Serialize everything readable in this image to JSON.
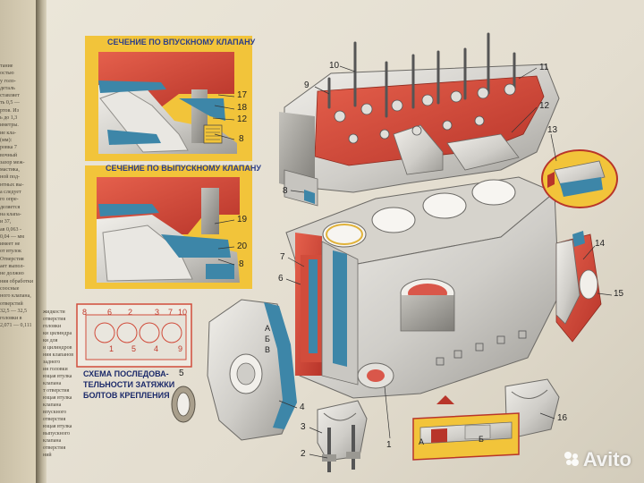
{
  "insets": {
    "intake_caption": "СЕЧЕНИЕ ПО ВПУСКНОМУ КЛАПАНУ",
    "exhaust_caption": "СЕЧЕНИЕ ПО ВЫПУСКНОМУ КЛАПАНУ"
  },
  "schema_caption": [
    "СХЕМА ПОСЛЕДОВА-",
    "ТЕЛЬНОСТИ ЗАТЯЖКИ",
    "БОЛТОВ КРЕПЛЕНИЯ"
  ],
  "bolt_order": [
    "8",
    "6",
    "2",
    "3",
    "7",
    "10",
    "1",
    "5",
    "4",
    "9"
  ],
  "callouts": {
    "c1": "1",
    "c2": "2",
    "c3": "3",
    "c4": "4",
    "c5": "5",
    "c6": "6",
    "c7": "7",
    "c8": "8",
    "c9": "9",
    "c10": "10",
    "c11": "11",
    "c12": "12",
    "c13": "13",
    "c14": "14",
    "c15": "15",
    "c16": "16",
    "c17": "17",
    "c18": "18",
    "c19": "19",
    "c20": "20"
  },
  "markers": {
    "a": "А",
    "b": "Б",
    "v": "В"
  },
  "left_text": [
    "тание",
    "остью",
    "у голо-",
    "деталь",
    "ставляет",
    "ть 0,5 —",
    "ртов. Из",
    "ь до 1,3",
    "иметры.",
    "ие кла-",
    "(мм):",
    "ровка 7",
    "вочный",
    "зазор меж-",
    "мастика,",
    "ной под-",
    "нтных вы-",
    "а следует",
    "го опре-",
    "деляется",
    "на клапа-",
    "и 37,",
    "ав 0,063 -",
    "0,04 — мм",
    "имеет не",
    "от втулок",
    "Отверстия",
    "ает выпол-",
    "",
    "не должно",
    "ния обработки",
    "соосные",
    "ного клапана,",
    "отверстий",
    "32,5 — 32,5",
    "",
    "головки в",
    "2,071 — 0,111"
  ],
  "note_text": [
    "жидкости",
    "отверстия",
    "головки",
    "ки цилиндра",
    "ки для",
    "и цилиндров",
    "ния клапанов",
    "",
    "заднего",
    "ия головки",
    "",
    "ющая втулка",
    "клапана",
    "т отверстия",
    "",
    "ющая втулка",
    "клапана",
    "впускного",
    "отверстия",
    "",
    "ющая втулка",
    "выпускного",
    "клапана",
    "отверстия",
    "",
    "ний"
  ],
  "watermark": "Avito"
}
